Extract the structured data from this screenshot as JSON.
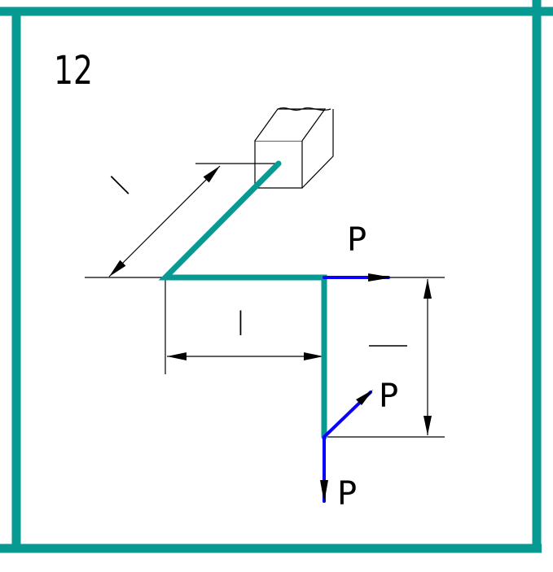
{
  "problem_number": "12",
  "labels": {
    "force_top": "P",
    "force_diag": "P",
    "force_bottom": "P",
    "dim_diag": "l",
    "dim_horiz": "l"
  },
  "colors": {
    "frame": "#079a93",
    "bar": "#079a93",
    "force": "#0a00ff",
    "line": "#000000"
  }
}
